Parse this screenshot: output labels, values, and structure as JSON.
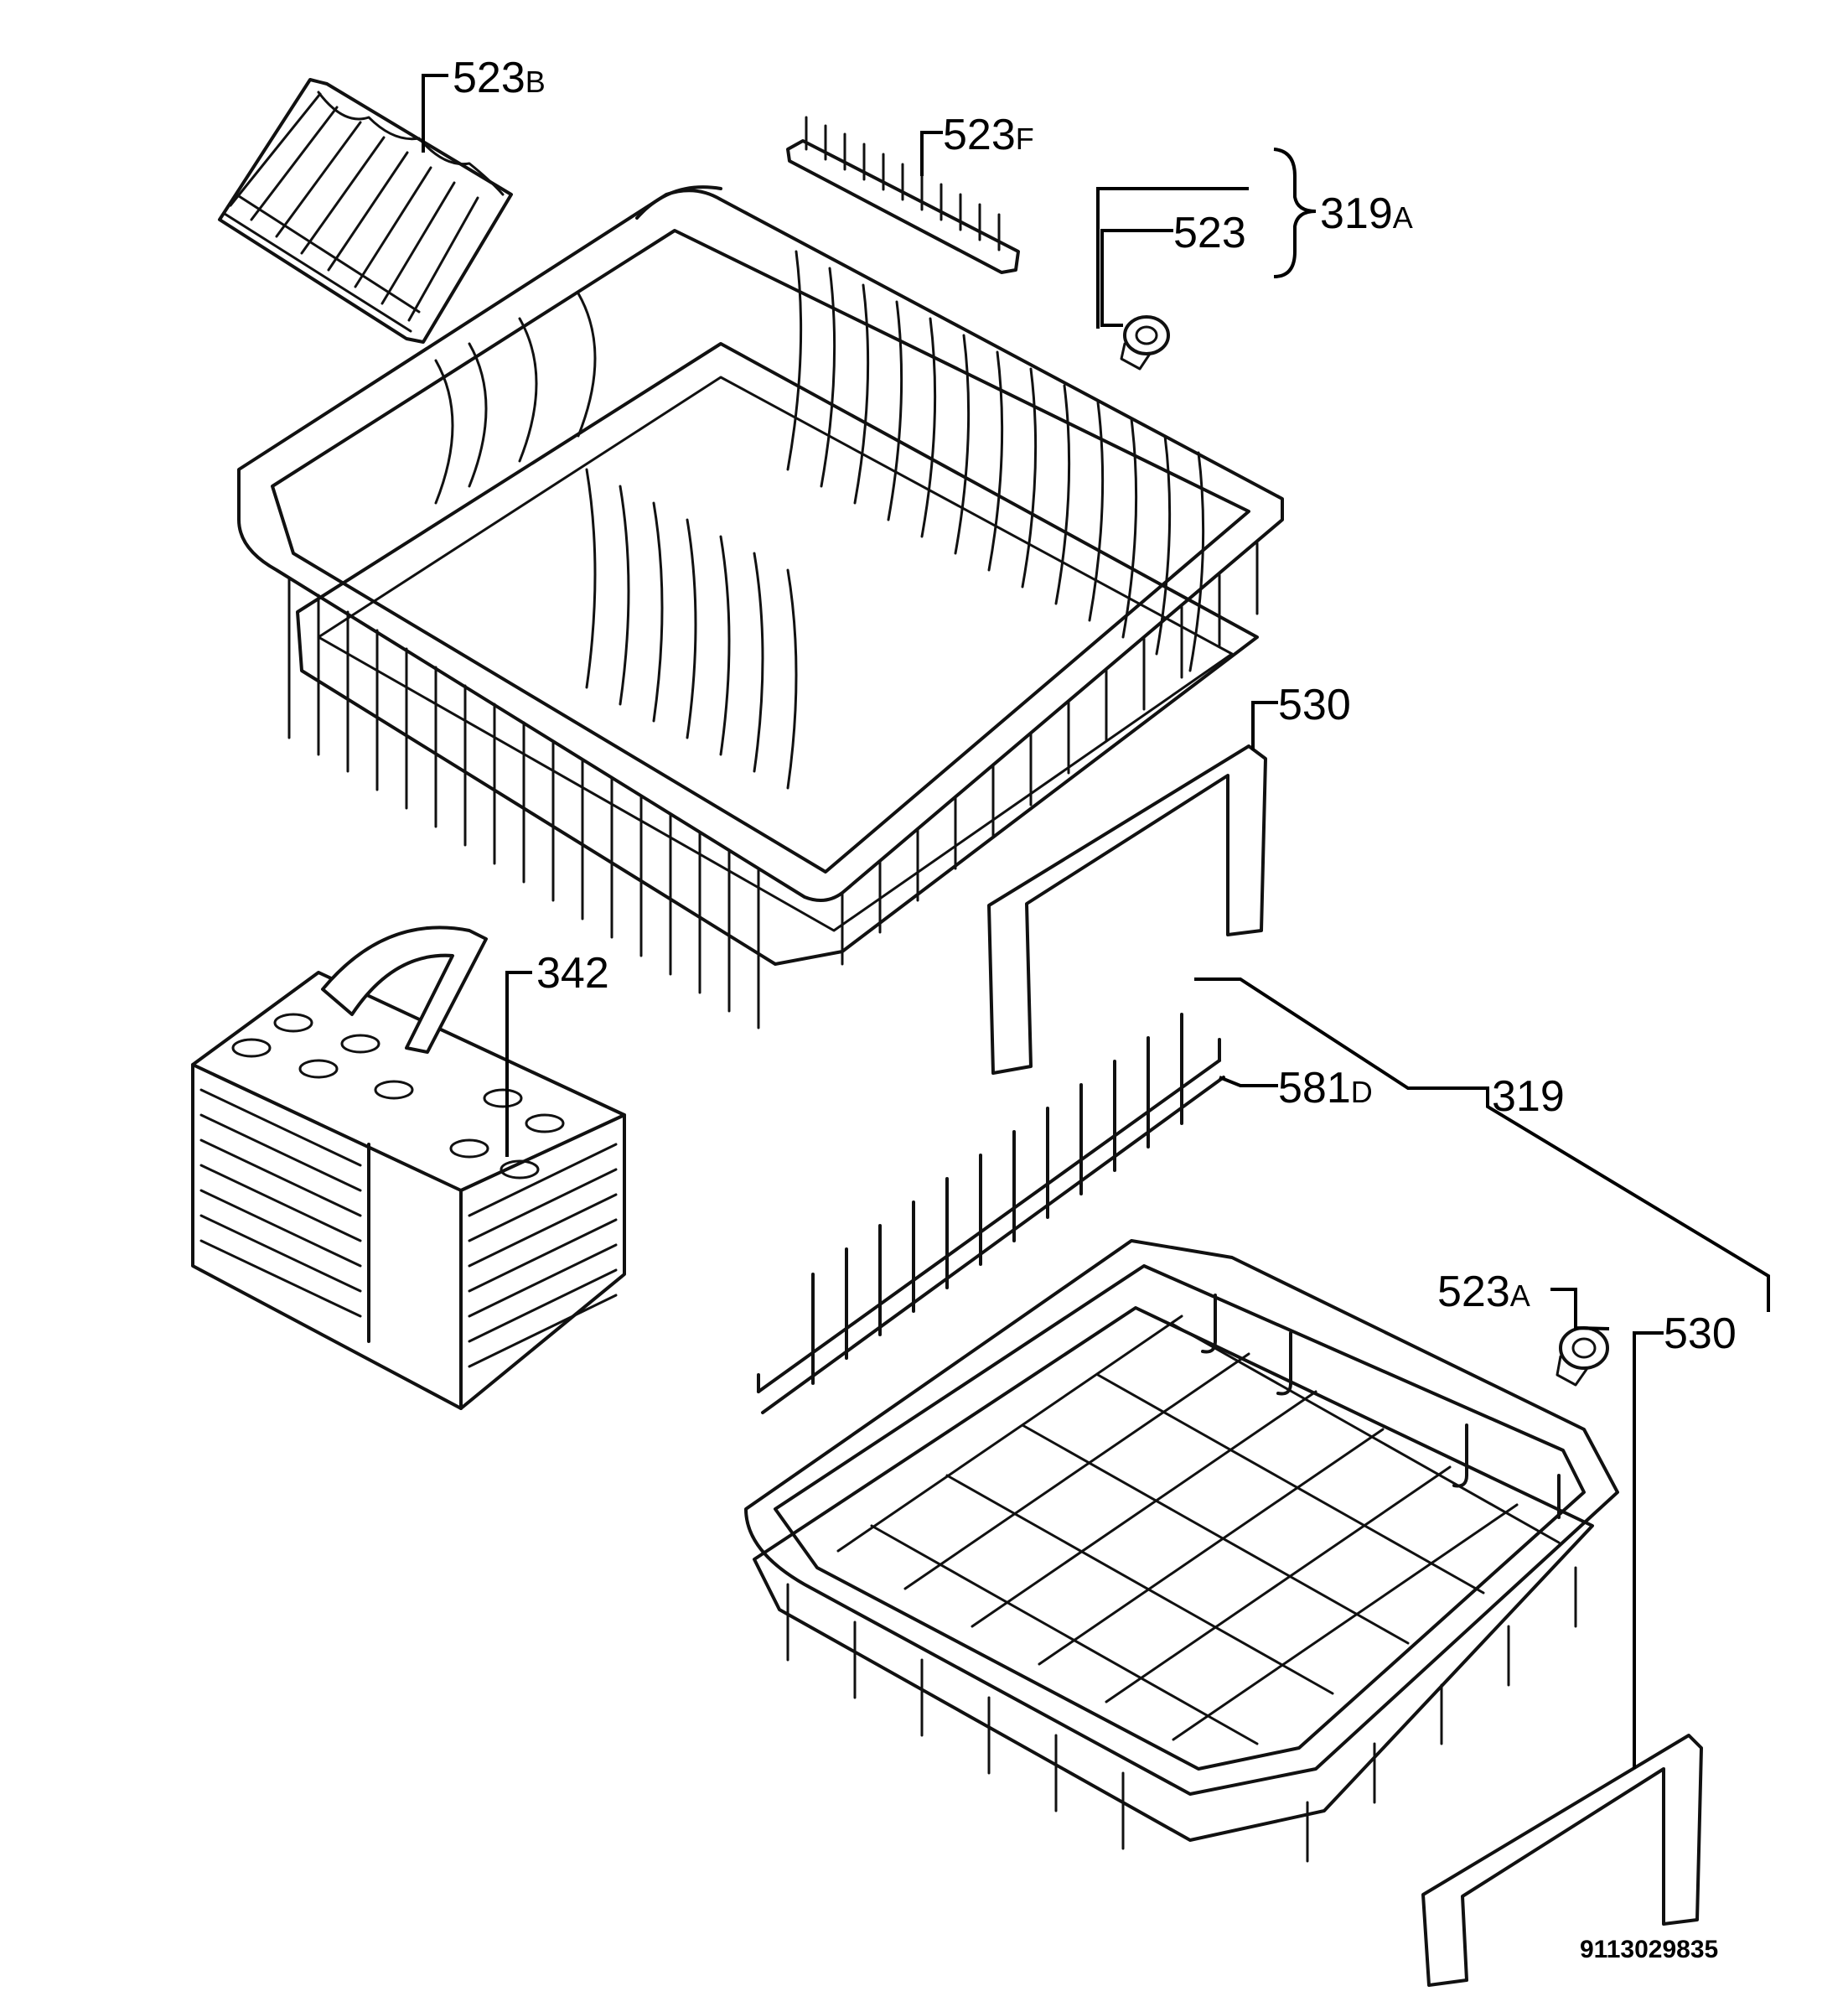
{
  "labels": {
    "l523b": {
      "num": "523",
      "suffix": "B"
    },
    "l523f": {
      "num": "523",
      "suffix": "F"
    },
    "l523": {
      "num": "523",
      "suffix": ""
    },
    "l319a": {
      "num": "319",
      "suffix": "A"
    },
    "l530_upper": {
      "num": "530",
      "suffix": ""
    },
    "l342": {
      "num": "342",
      "suffix": ""
    },
    "l581d": {
      "num": "581",
      "suffix": "D"
    },
    "l319": {
      "num": "319",
      "suffix": ""
    },
    "l523a": {
      "num": "523",
      "suffix": "A"
    },
    "l530_lower": {
      "num": "530",
      "suffix": ""
    }
  },
  "document_number": "9113029835"
}
